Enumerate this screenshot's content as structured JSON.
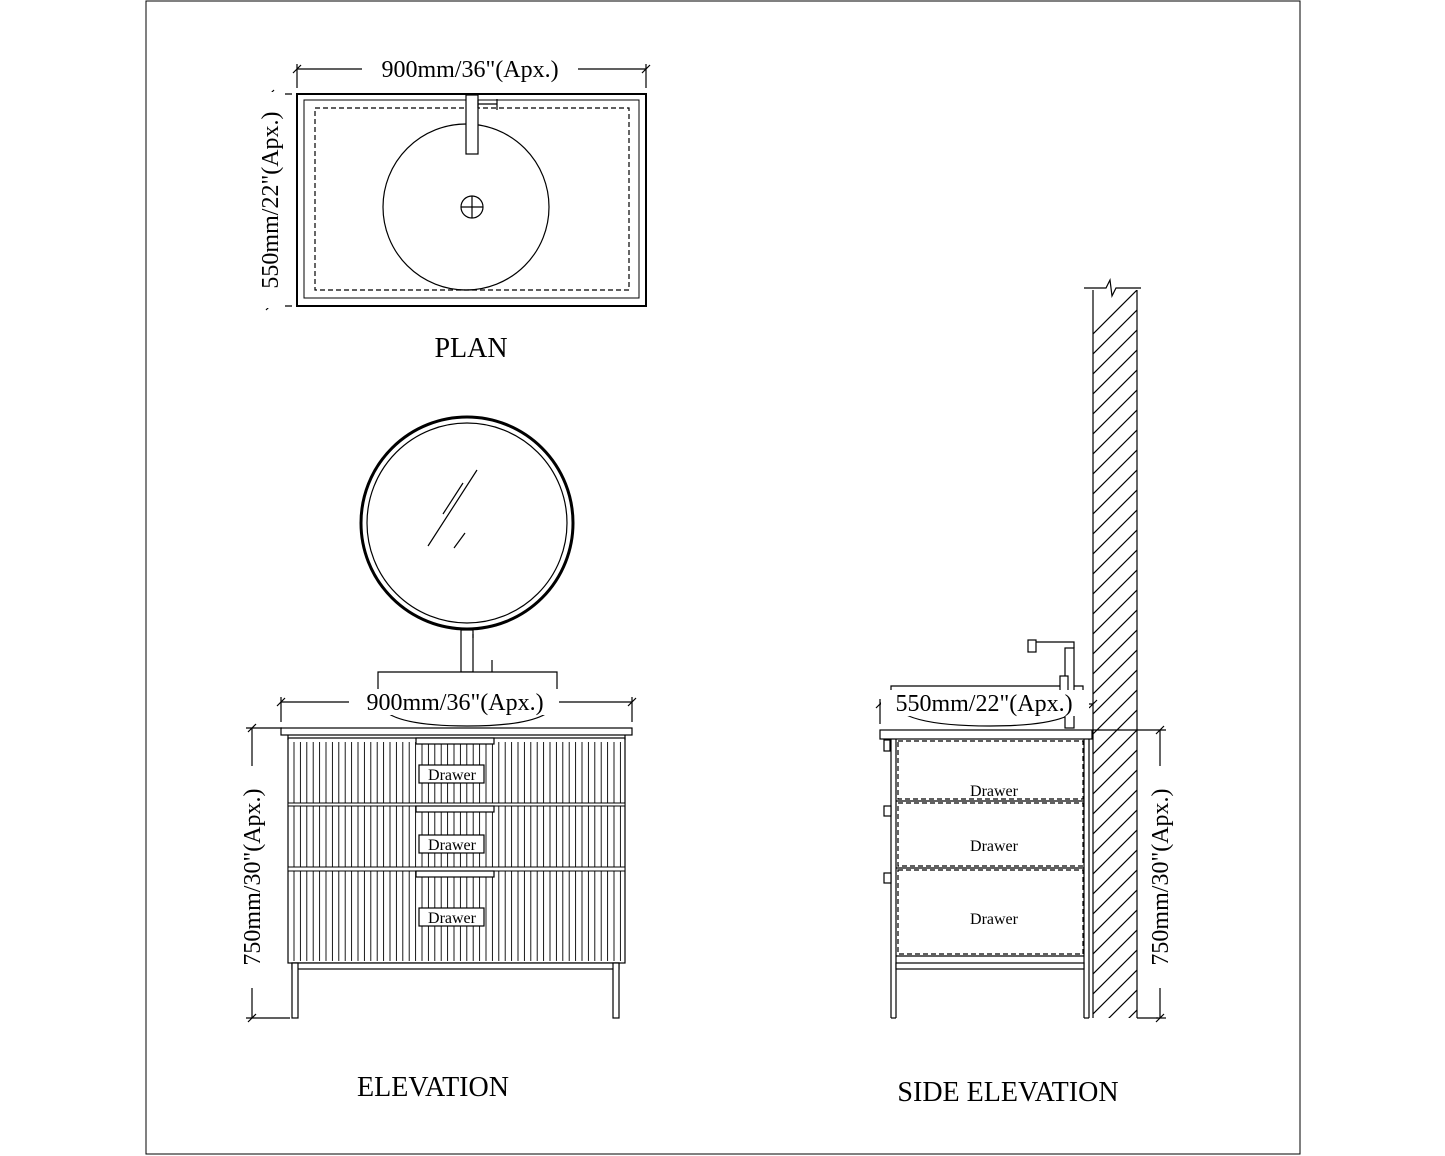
{
  "plan": {
    "title": "PLAN",
    "width_dim": "900mm/36\"(Apx.)",
    "depth_dim": "550mm/22\"(Apx.)"
  },
  "elevation": {
    "title": "ELEVATION",
    "width_dim": "900mm/36\"(Apx.)",
    "height_dim": "750mm/30\"(Apx.)",
    "drawers": [
      "Drawer",
      "Drawer",
      "Drawer"
    ]
  },
  "side_elevation": {
    "title": "SIDE ELEVATION",
    "depth_dim": "550mm/22\"(Apx.)",
    "height_dim": "750mm/30\"(Apx.)",
    "drawers": [
      "Drawer",
      "Drawer",
      "Drawer"
    ]
  },
  "colors": {
    "line": "#000000",
    "background": "#ffffff"
  }
}
